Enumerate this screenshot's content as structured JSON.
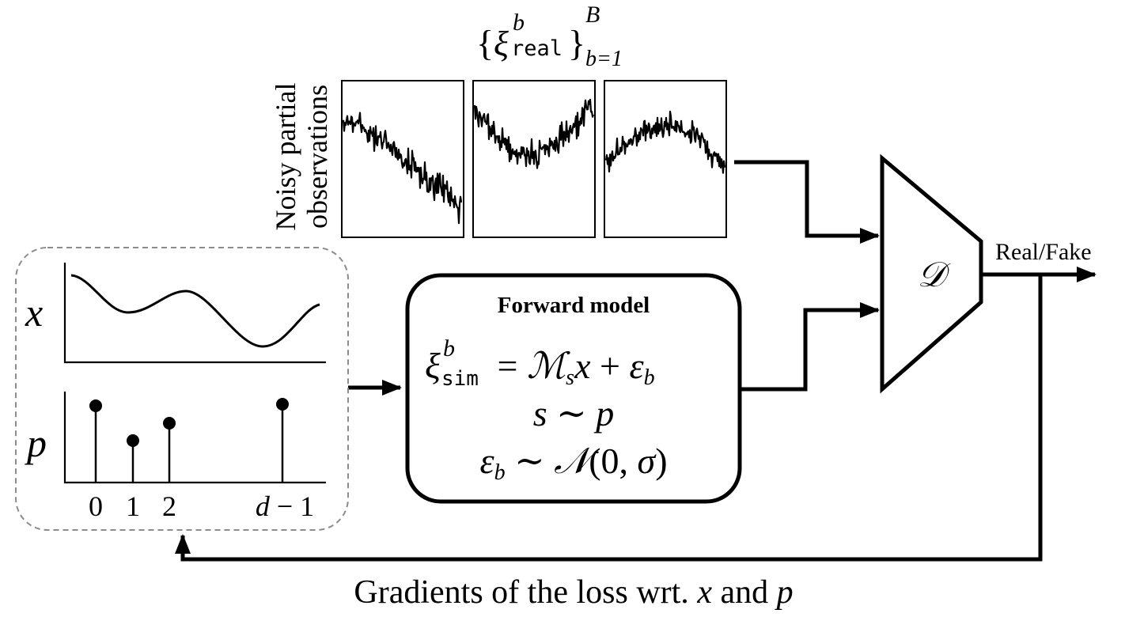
{
  "real_samples": {
    "xi": "ξ",
    "superscript": "b",
    "subscript": "real",
    "upper_limit": "B",
    "lower_limit": "b=1"
  },
  "observations_label": {
    "line1": "Noisy partial",
    "line2": "observations"
  },
  "discriminator": {
    "symbol": "𝒟",
    "output_label": "Real/Fake"
  },
  "forward_model": {
    "title": "Forward model",
    "eq1_xi": "ξ",
    "eq1_sup": "b",
    "eq1_sub": "sim",
    "eq1_rhs_op": " = ",
    "eq1_M": "ℳ",
    "eq1_M_sub": "s",
    "eq1_x": "x",
    "eq1_plus": " + ",
    "eq1_eps": "ε",
    "eq1_eps_sub": "b",
    "eq2_s": "s",
    "eq2_tilde": " ∼ ",
    "eq2_p": "p",
    "eq3_eps": "ε",
    "eq3_eps_sub": "b",
    "eq3_tilde": " ∼ ",
    "eq3_N": "𝒩",
    "eq3_args": "(0, ",
    "eq3_sigma": "σ",
    "eq3_close": ")"
  },
  "signal_panel": {
    "x_label": "x",
    "p_label": "p",
    "ticks": [
      "0",
      "1",
      "2"
    ],
    "last_tick_d": "d",
    "last_tick_rest": " − 1"
  },
  "feedback": {
    "text_pre": "Gradients of the loss wrt. ",
    "x": "x",
    "text_and": " and ",
    "p": "p"
  },
  "colors": {
    "line": "#000000",
    "dashed_border": "#8c8c8c",
    "background": "#ffffff"
  }
}
